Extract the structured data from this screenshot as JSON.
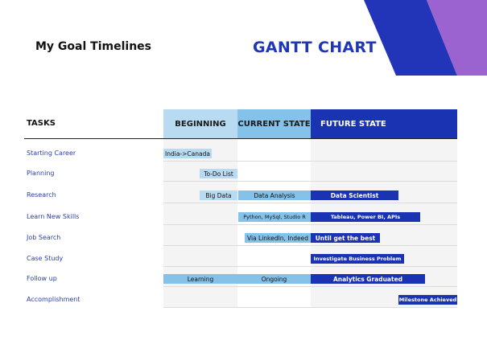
{
  "subtitle": "My Goal Timelines",
  "title": "GANTT CHART",
  "colors": {
    "title": "#1f37b6",
    "beginning": "#b9dbf1",
    "current": "#85c2ea",
    "future": "#1a33b3",
    "deco_blue": "#2235b8",
    "deco_purple": "#9a63cf"
  },
  "chart_data": {
    "type": "gantt",
    "header_tasks": "TASKS",
    "phases": [
      "BEGINNING",
      "CURRENT STATE",
      "FUTURE STATE"
    ],
    "tasks": [
      "Starting Career",
      "Planning",
      "Research",
      "Learn New Skills",
      "Job Search",
      "Case Study",
      "Follow up",
      "Accomplishment"
    ],
    "bars": [
      {
        "task": "Starting Career",
        "phase": "BEGINNING",
        "label": "India->Canada"
      },
      {
        "task": "Planning",
        "phase": "BEGINNING",
        "label": "To-Do List"
      },
      {
        "task": "Research",
        "phase": "BEGINNING",
        "label": "Big Data"
      },
      {
        "task": "Research",
        "phase": "CURRENT STATE",
        "label": "Data Analysis"
      },
      {
        "task": "Research",
        "phase": "FUTURE STATE",
        "label": "Data Scientist"
      },
      {
        "task": "Learn New Skills",
        "phase": "CURRENT STATE",
        "label": "Python, MySql, Studio R"
      },
      {
        "task": "Learn New Skills",
        "phase": "FUTURE STATE",
        "label": "Tableau, Power BI, APIs"
      },
      {
        "task": "Job Search",
        "phase": "CURRENT STATE",
        "label": "Via LinkedIn, Indeed"
      },
      {
        "task": "Job Search",
        "phase": "FUTURE STATE",
        "label": "Until get the best"
      },
      {
        "task": "Case Study",
        "phase": "FUTURE STATE",
        "label": "Investigate Business Problem"
      },
      {
        "task": "Follow up",
        "phase": "BEGINNING",
        "label": "Learning"
      },
      {
        "task": "Follow up",
        "phase": "CURRENT STATE",
        "label": "Ongoing"
      },
      {
        "task": "Follow up",
        "phase": "FUTURE STATE",
        "label": "Analytics Graduated"
      },
      {
        "task": "Accomplishment",
        "phase": "FUTURE STATE",
        "label": "Milestone Achieved"
      }
    ],
    "grid": true
  }
}
